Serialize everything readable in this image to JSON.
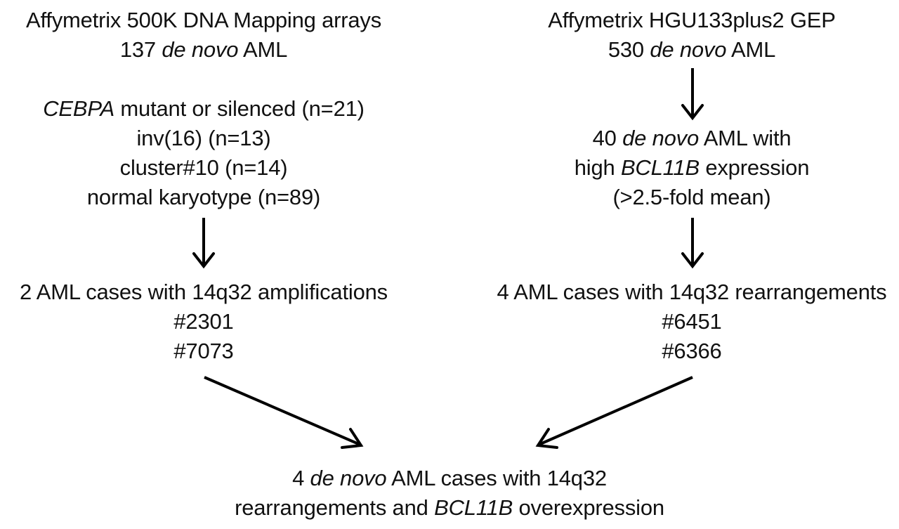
{
  "left": {
    "source": {
      "line1": "Affymetrix 500K DNA Mapping arrays",
      "line2_count": "137",
      "line2_italic": "de novo",
      "line2_rest": "AML"
    },
    "groups": {
      "cebpa_italic": "CEBPA",
      "cebpa_rest": "mutant or silenced (n=21)",
      "inv16": "inv(16) (n=13)",
      "cluster10": "cluster#10 (n=14)",
      "normal": "normal karyotype (n=89)"
    },
    "result": {
      "title": "2 AML cases with 14q32 amplifications",
      "case1": "#2301",
      "case2": "#7073"
    }
  },
  "right": {
    "source": {
      "line1": "Affymetrix HGU133plus2 GEP",
      "line2_count": "530",
      "line2_italic": "de novo",
      "line2_rest": "AML"
    },
    "filter": {
      "line1_count": "40",
      "line1_italic": "de novo",
      "line1_rest": "AML with",
      "line2_pre": "high",
      "line2_italic": "BCL11B",
      "line2_rest": "expression",
      "line3": "(>2.5-fold mean)"
    },
    "result": {
      "title": "4 AML cases with 14q32 rearrangements",
      "case1": "#6451",
      "case2": "#6366"
    }
  },
  "final": {
    "line1_count": "4",
    "line1_italic": "de novo",
    "line1_rest": "AML cases with 14q32",
    "line2_pre": "rearrangements and",
    "line2_italic": "BCL11B",
    "line2_rest": "overexpression"
  }
}
